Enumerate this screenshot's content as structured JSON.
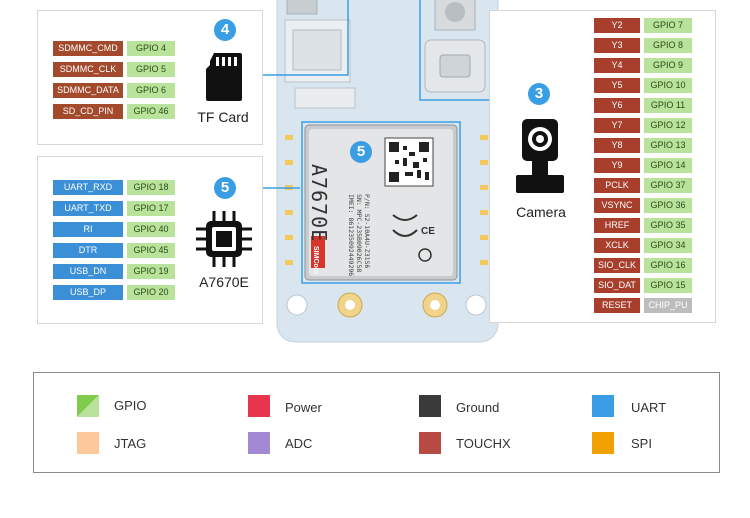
{
  "tf_panel": {
    "badge": "4",
    "caption": "TF Card",
    "pins": [
      {
        "name": "SDMMC_CMD",
        "gpio": "GPIO 4"
      },
      {
        "name": "SDMMC_CLK",
        "gpio": "GPIO 5"
      },
      {
        "name": "SDMMC_DATA",
        "gpio": "GPIO 6"
      },
      {
        "name": "SD_CD_PIN",
        "gpio": "GPIO 46"
      }
    ]
  },
  "modem_panel": {
    "badge": "5",
    "caption": "A7670E",
    "pins": [
      {
        "name": "UART_RXD",
        "gpio": "GPIO 18"
      },
      {
        "name": "UART_TXD",
        "gpio": "GPIO 17"
      },
      {
        "name": "RI",
        "gpio": "GPIO 40"
      },
      {
        "name": "DTR",
        "gpio": "GPIO 45"
      },
      {
        "name": "USB_DN",
        "gpio": "GPIO 19"
      },
      {
        "name": "USB_DP",
        "gpio": "GPIO 20"
      }
    ]
  },
  "camera_panel": {
    "badge": "3",
    "caption": "Camera",
    "pins": [
      {
        "name": "Y2",
        "gpio": "GPIO 7"
      },
      {
        "name": "Y3",
        "gpio": "GPIO 8"
      },
      {
        "name": "Y4",
        "gpio": "GPIO 9"
      },
      {
        "name": "Y5",
        "gpio": "GPIO 10"
      },
      {
        "name": "Y6",
        "gpio": "GPIO 11"
      },
      {
        "name": "Y7",
        "gpio": "GPIO 12"
      },
      {
        "name": "Y8",
        "gpio": "GPIO 13"
      },
      {
        "name": "Y9",
        "gpio": "GPIO 14"
      },
      {
        "name": "PCLK",
        "gpio": "GPIO 37"
      },
      {
        "name": "VSYNC",
        "gpio": "GPIO 36"
      },
      {
        "name": "HREF",
        "gpio": "GPIO 35"
      },
      {
        "name": "XCLK",
        "gpio": "GPIO 34"
      },
      {
        "name": "SIO_CLK",
        "gpio": "GPIO 16"
      },
      {
        "name": "SIO_DAT",
        "gpio": "GPIO 15"
      },
      {
        "name": "RESET",
        "gpio": "CHIP_PU"
      }
    ]
  },
  "board": {
    "module_badge": "5",
    "module_model": "A7670E",
    "module_lines": [
      "P/N: S2-10A4U-Z31S6",
      "SN: MPC-235B09026C58",
      "IMEI: 861235092449296"
    ],
    "module_brand": "SIMCom",
    "module_ce": "CE"
  },
  "legend": [
    {
      "label": "GPIO",
      "color": "#7ecb4e",
      "color2": "#b9e39a"
    },
    {
      "label": "Power",
      "color": "#e8354d"
    },
    {
      "label": "Ground",
      "color": "#3a3a3a"
    },
    {
      "label": "UART",
      "color": "#3a9ee4"
    },
    {
      "label": "JTAG",
      "color": "#fdc99a"
    },
    {
      "label": "ADC",
      "color": "#a389d4"
    },
    {
      "label": "TOUCHX",
      "color": "#b84a44"
    },
    {
      "label": "SPI",
      "color": "#f0a000"
    }
  ],
  "colors": {
    "sd_pin": "#a34a2c",
    "uart_pin": "#3a8fd6",
    "cam_pin": "#a83e2c",
    "gpio": "#b9e39a",
    "chip_pu": "#bdbdbd",
    "connector": "#3a9ee4"
  }
}
